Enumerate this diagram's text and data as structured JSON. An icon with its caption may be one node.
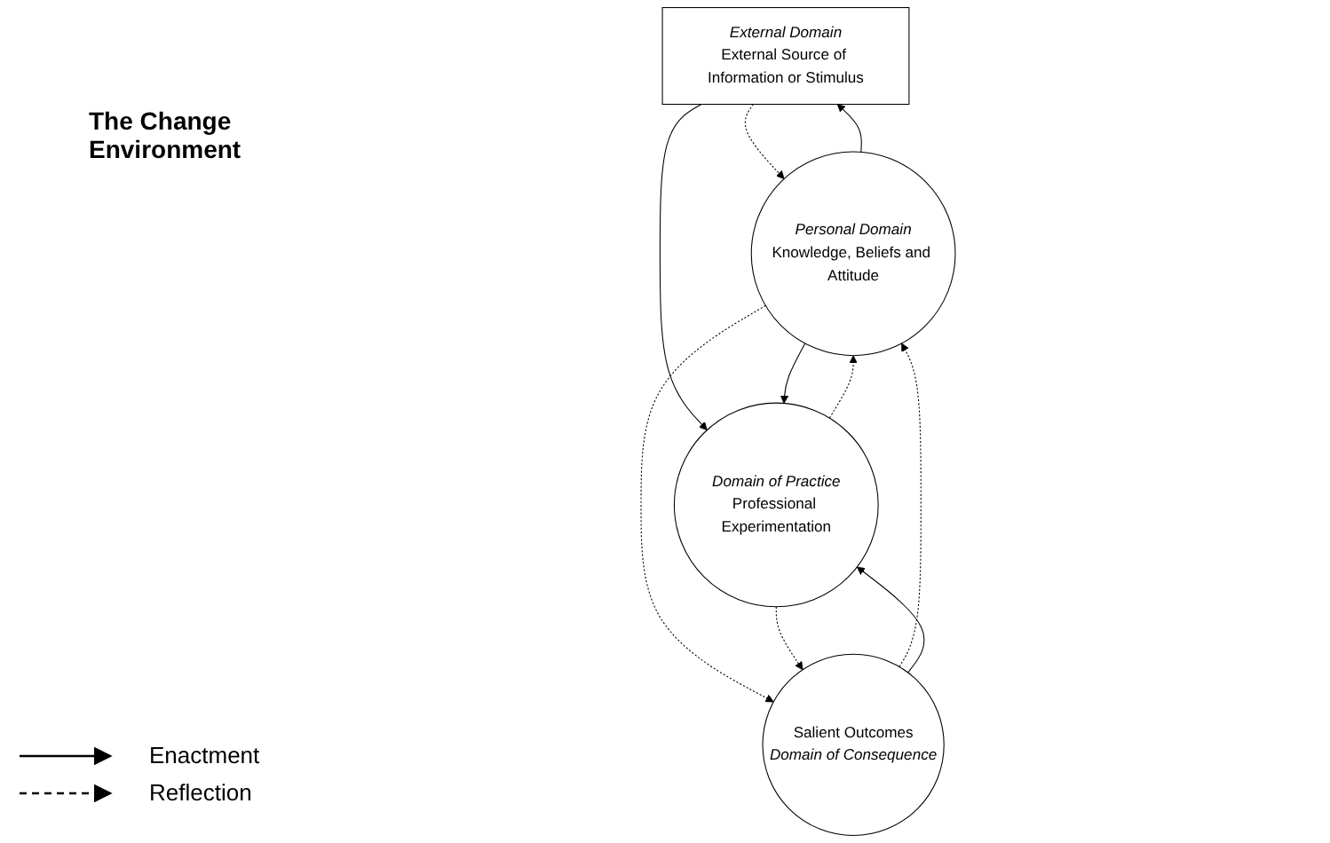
{
  "diagram": {
    "title": "The Change Environment",
    "nodes": [
      {
        "text": [
          "External Domain",
          "External Source of Information or Stimulus"
        ]
      },
      {
        "text": [
          "Personal Domain",
          "Knowledge, Beliefs and Attitude"
        ]
      },
      {
        "text": [
          "Domain of Practice",
          "Professional Experimentation"
        ]
      },
      {
        "text": [
          "Salient Outcomes",
          "Domain of Consequence"
        ]
      }
    ],
    "edges": [
      {
        "from": 1,
        "to": 0,
        "arrow": "to"
      },
      {
        "from": 0,
        "to": 1,
        "arrow": "to",
        "style": "dashed"
      },
      {
        "from": 0,
        "to": 2,
        "arrow": "to"
      },
      {
        "from": 2,
        "to": 1,
        "arrow": "to",
        "style": "dashed"
      },
      {
        "from": 1,
        "to": 2,
        "arrow": "to"
      },
      {
        "from": 1,
        "to": 3,
        "arrow": "to",
        "style": "dashed"
      },
      {
        "from": 3,
        "to": 1,
        "arrow": "to",
        "style": "dashed"
      },
      {
        "from": 2,
        "to": 3,
        "arrow": "to",
        "style": "dashed"
      },
      {
        "from": 3,
        "to": 2,
        "arrow": "to"
      }
    ],
    "legend": [
      {
        "text": "Enactment"
      },
      {
        "text": "Reflection"
      }
    ]
  }
}
